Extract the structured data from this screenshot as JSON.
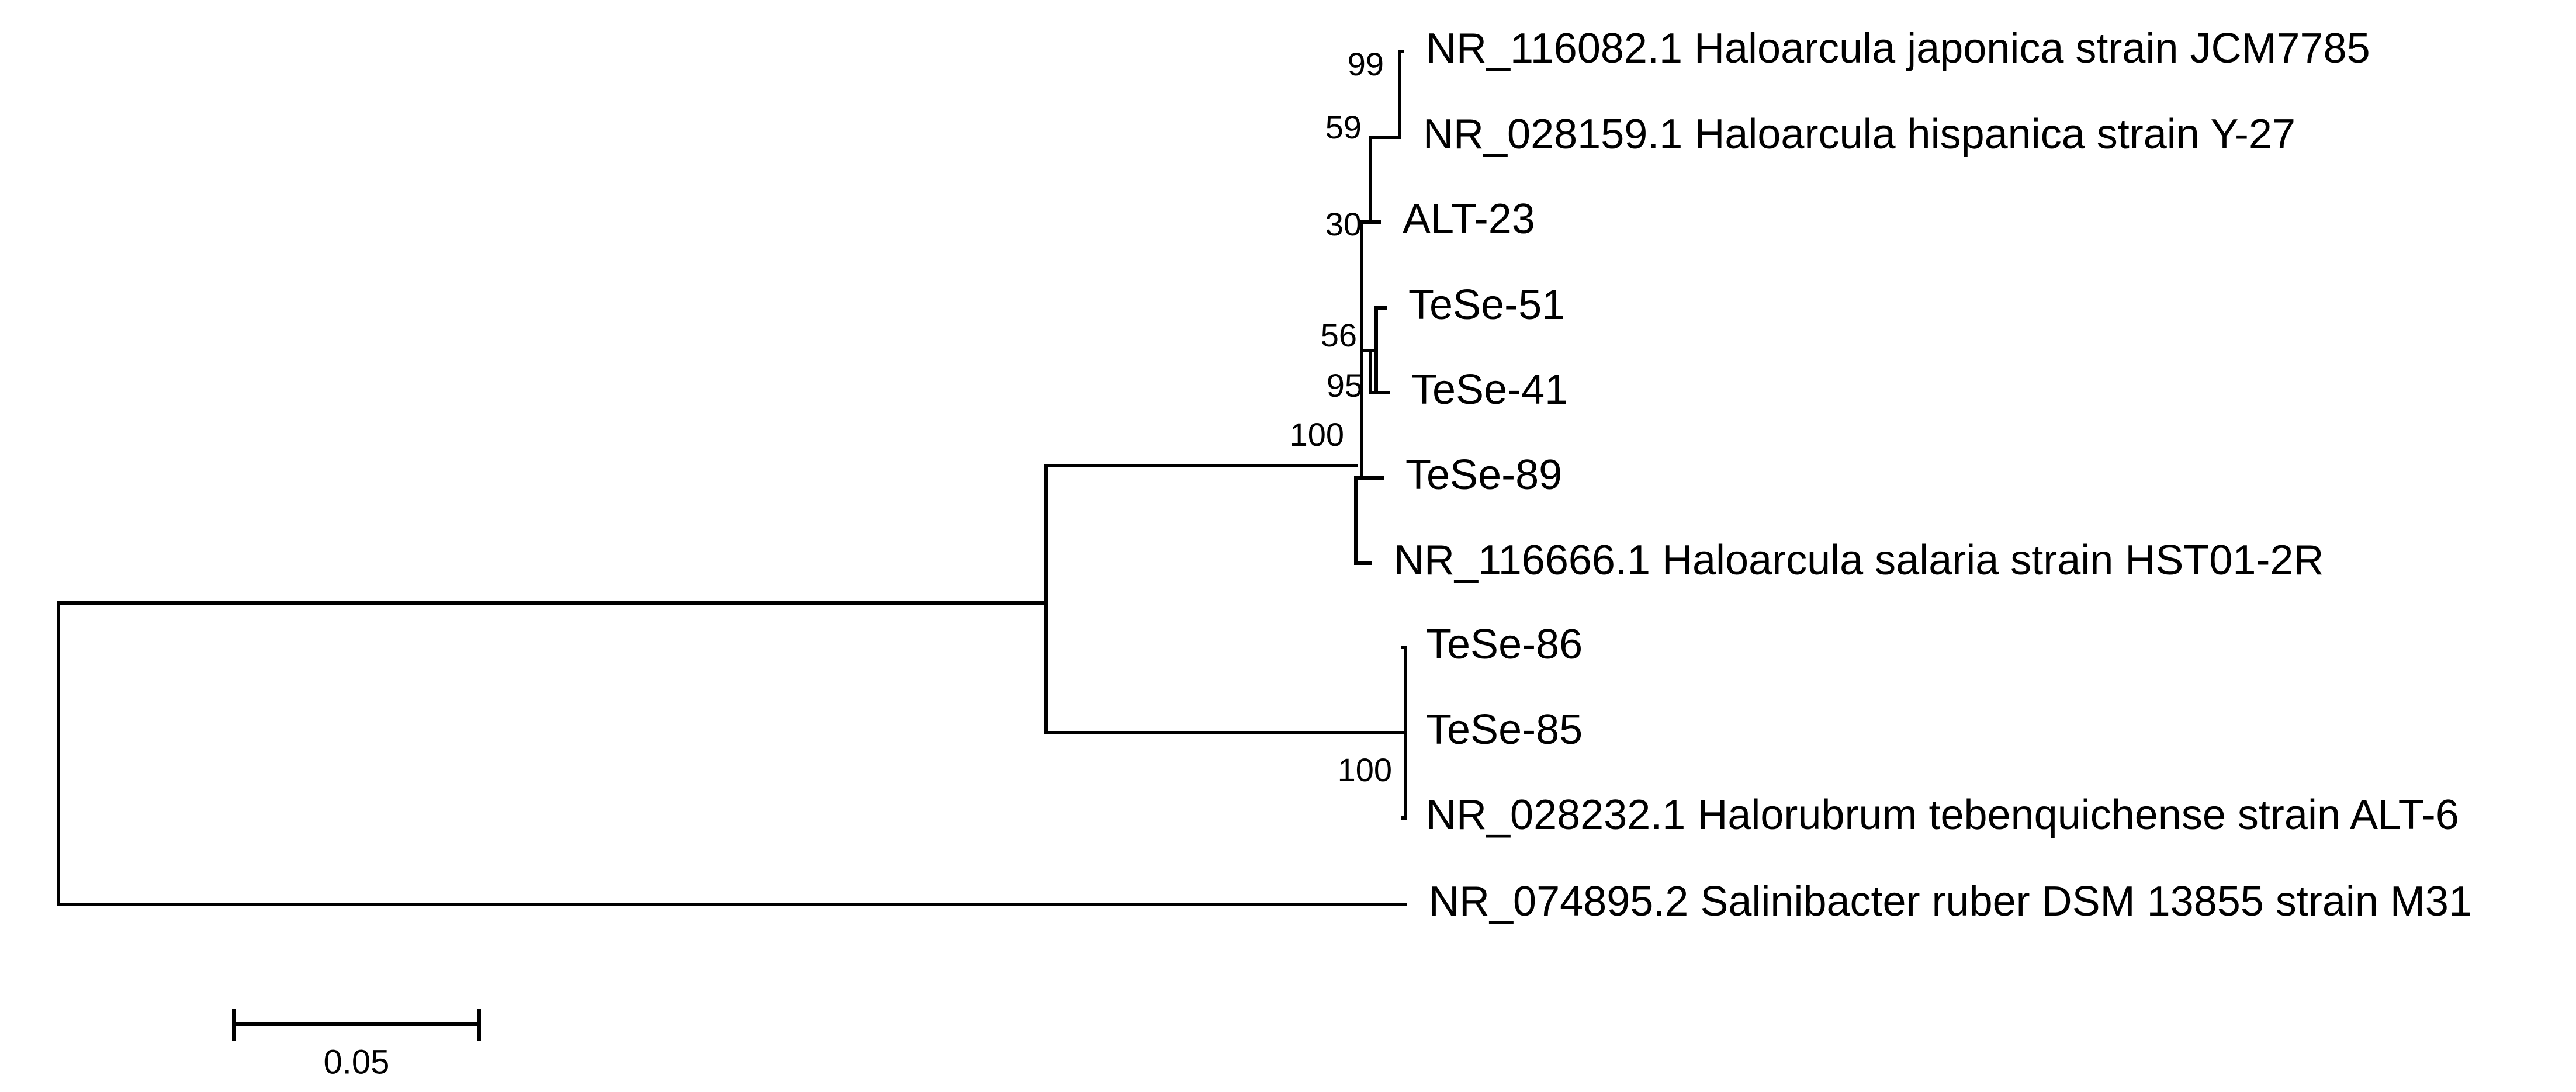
{
  "tree": {
    "leaves": [
      {
        "id": "l1",
        "label": "NR_116082.1 Haloarcula japonica strain JCM7785"
      },
      {
        "id": "l2",
        "label": "NR_028159.1 Haloarcula hispanica strain Y-27"
      },
      {
        "id": "l3",
        "label": "ALT-23"
      },
      {
        "id": "l4",
        "label": "TeSe-51"
      },
      {
        "id": "l5",
        "label": "TeSe-41"
      },
      {
        "id": "l6",
        "label": "TeSe-89"
      },
      {
        "id": "l7",
        "label": "NR_116666.1 Haloarcula salaria strain HST01-2R"
      },
      {
        "id": "l8",
        "label": "TeSe-86"
      },
      {
        "id": "l9",
        "label": "TeSe-85"
      },
      {
        "id": "l10",
        "label": "NR_028232.1 Halorubrum tebenquichense strain ALT-6"
      },
      {
        "id": "l11",
        "label": "NR_074895.2 Salinibacter ruber DSM 13855 strain M31"
      }
    ],
    "bootstrap": [
      {
        "id": "b99",
        "value": "99"
      },
      {
        "id": "b59",
        "value": "59"
      },
      {
        "id": "b30",
        "value": "30"
      },
      {
        "id": "b56",
        "value": "56"
      },
      {
        "id": "b95",
        "value": "95"
      },
      {
        "id": "b100a",
        "value": "100"
      },
      {
        "id": "b100b",
        "value": "100"
      }
    ],
    "scale_bar": {
      "label": "0.05"
    }
  }
}
